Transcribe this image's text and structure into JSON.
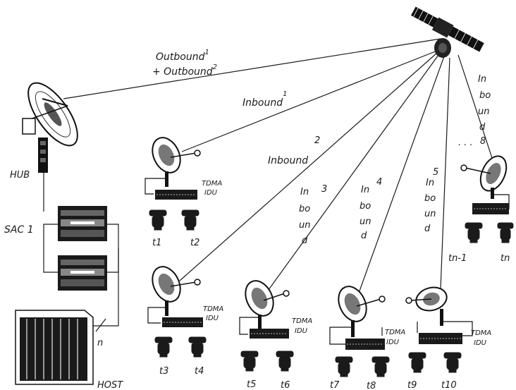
{
  "labels": {
    "outbound_1": "Outbound",
    "outbound_1_sup": "1",
    "outbound_2": "+ Outbound",
    "outbound_2_sup": "2",
    "inbound_1": "Inbound",
    "inbound_1_sup": "1",
    "inbound_2": "Inbound",
    "inbound_2_num": "2",
    "inbound_3_lines": [
      "In",
      "bo",
      "un",
      "d"
    ],
    "inbound_3_num": "3",
    "inbound_4_lines": [
      "In",
      "bo",
      "un",
      "d"
    ],
    "inbound_4_num": "4",
    "inbound_5_lines": [
      "In",
      "bo",
      "un",
      "d"
    ],
    "inbound_5_num": "5",
    "inbound_n_lines": [
      "In",
      "bo",
      "un",
      "d"
    ],
    "inbound_n_num": "8",
    "ellipsis": ". . .",
    "hub": "HUB",
    "sac": "SAC 1",
    "host": "HOST",
    "n": "n",
    "tdma_idu_top": "TDMA",
    "tdma_idu_bottom": "IDU",
    "terminals": [
      "t1",
      "t2",
      "t3",
      "t4",
      "t5",
      "t6",
      "t7",
      "t8",
      "t9",
      "t10",
      "tn-1",
      "tn"
    ]
  },
  "colors": {
    "line": "#1a1a1a",
    "ink": "#111111",
    "paper": "#ffffff"
  }
}
